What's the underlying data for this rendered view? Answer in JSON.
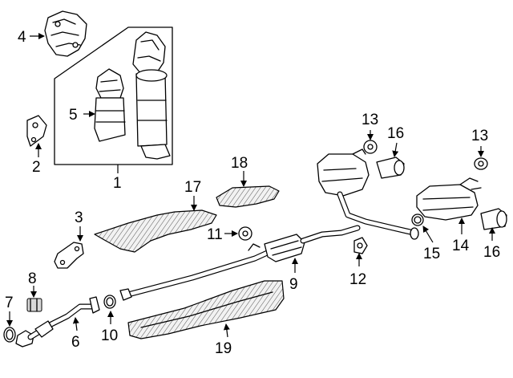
{
  "callouts": {
    "c1": "1",
    "c2": "2",
    "c3": "3",
    "c4": "4",
    "c5": "5",
    "c6": "6",
    "c7": "7",
    "c8": "8",
    "c9": "9",
    "c10": "10",
    "c11": "11",
    "c12": "12",
    "c13a": "13",
    "c13b": "13",
    "c14": "14",
    "c15": "15",
    "c16a": "16",
    "c16b": "16",
    "c17": "17",
    "c18": "18",
    "c19": "19"
  }
}
